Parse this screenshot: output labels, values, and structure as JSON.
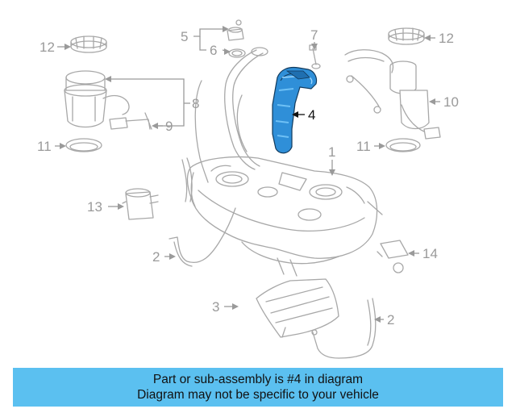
{
  "diagram": {
    "highlighted_part": "4",
    "colors": {
      "highlight": "#2f8fd8",
      "banner": "#5bc0f0",
      "drawing": "#a8a8a8"
    },
    "labels": {
      "p1": "1",
      "p2a": "2",
      "p2b": "2",
      "p3": "3",
      "p4": "4",
      "p5": "5",
      "p6": "6",
      "p7": "7",
      "p8": "8",
      "p9": "9",
      "p10": "10",
      "p11a": "11",
      "p11b": "11",
      "p12a": "12",
      "p12b": "12",
      "p13": "13",
      "p14": "14"
    }
  },
  "banner": {
    "line1": "Part or sub-assembly is #4 in diagram",
    "line2": "Diagram may not be specific to your vehicle"
  }
}
